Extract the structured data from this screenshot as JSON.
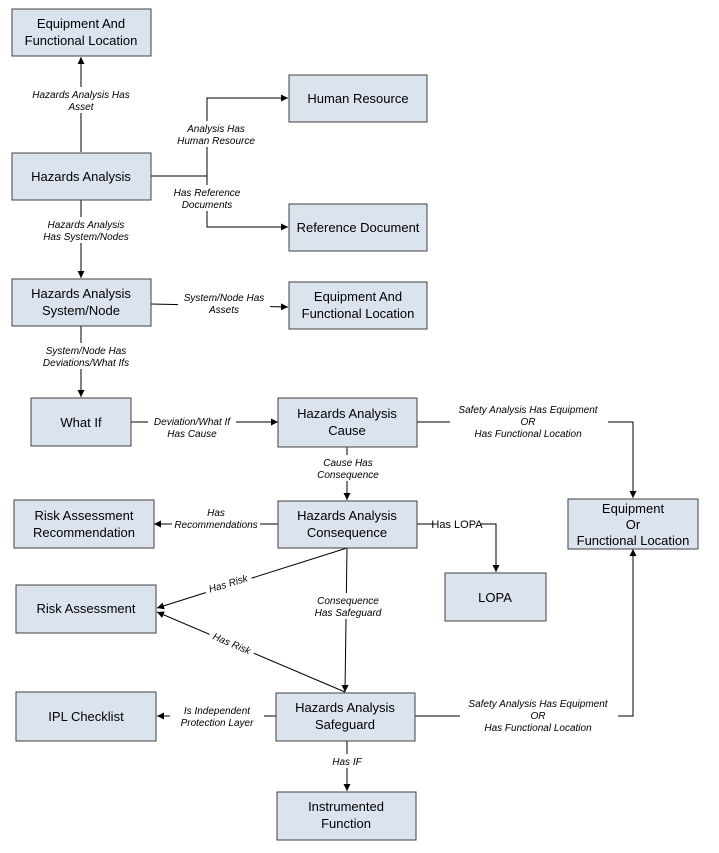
{
  "nodes": {
    "equipment_top": [
      "Equipment And",
      "Functional Location"
    ],
    "hazards_analysis": [
      "Hazards Analysis"
    ],
    "human_resource": [
      "Human Resource"
    ],
    "reference_document": [
      "Reference Document"
    ],
    "system_node": [
      "Hazards Analysis",
      "System/Node"
    ],
    "equipment_mid": [
      "Equipment And",
      "Functional Location"
    ],
    "what_if": [
      "What If"
    ],
    "cause": [
      "Hazards Analysis",
      "Cause"
    ],
    "equipment_right": [
      "Equipment",
      "Or",
      "Functional Location"
    ],
    "risk_recommendation": [
      "Risk Assessment",
      "Recommendation"
    ],
    "consequence": [
      "Hazards Analysis",
      "Consequence"
    ],
    "lopa": [
      "LOPA"
    ],
    "risk_assessment": [
      "Risk Assessment"
    ],
    "ipl_checklist": [
      "IPL Checklist"
    ],
    "safeguard": [
      "Hazards Analysis",
      "Safeguard"
    ],
    "instrumented_function": [
      "Instrumented",
      "Function"
    ]
  },
  "edges": {
    "ha_has_asset": [
      "Hazards Analysis Has",
      "Asset"
    ],
    "analysis_has_hr": [
      "Analysis Has",
      "Human Resource"
    ],
    "has_ref_docs": [
      "Has Reference",
      "Documents"
    ],
    "ha_has_system": [
      "Hazards Analysis",
      "Has System/Nodes"
    ],
    "system_has_assets": [
      "System/Node Has",
      "Assets"
    ],
    "system_has_deviations": [
      "System/Node Has",
      "Deviations/What Ifs"
    ],
    "deviation_has_cause": [
      "Deviation/What If",
      "Has Cause"
    ],
    "cause_safety_equipment": [
      "Safety Analysis Has Equipment",
      "OR",
      "Has Functional Location"
    ],
    "cause_has_consequence": [
      "Cause Has",
      "Consequence"
    ],
    "has_recommendations": [
      "Has",
      "Recommendations"
    ],
    "has_lopa": [
      "Has LOPA"
    ],
    "has_risk_consequence": [
      "Has Risk"
    ],
    "consequence_has_safeguard": [
      "Consequence",
      "Has Safeguard"
    ],
    "has_risk_safeguard": [
      "Has Risk"
    ],
    "is_ipl": [
      "Is Independent",
      "Protection Layer"
    ],
    "safeguard_safety_equipment": [
      "Safety Analysis Has Equipment",
      "OR",
      "Has Functional Location"
    ],
    "has_if": [
      "Has IF"
    ]
  }
}
